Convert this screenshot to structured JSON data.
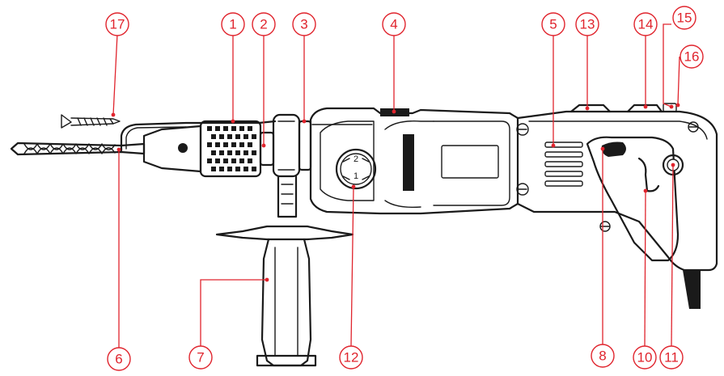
{
  "diagram": {
    "accent_color": "#e0242d",
    "line_color": "#1a1a1a",
    "callouts": [
      {
        "id": "c1",
        "label": "1"
      },
      {
        "id": "c2",
        "label": "2"
      },
      {
        "id": "c3",
        "label": "3"
      },
      {
        "id": "c4",
        "label": "4"
      },
      {
        "id": "c5",
        "label": "5"
      },
      {
        "id": "c6",
        "label": "6"
      },
      {
        "id": "c7",
        "label": "7"
      },
      {
        "id": "c8",
        "label": "8"
      },
      {
        "id": "c10",
        "label": "10"
      },
      {
        "id": "c11",
        "label": "11"
      },
      {
        "id": "c12",
        "label": "12"
      },
      {
        "id": "c13",
        "label": "13"
      },
      {
        "id": "c14",
        "label": "14"
      },
      {
        "id": "c15",
        "label": "15"
      },
      {
        "id": "c16",
        "label": "16"
      },
      {
        "id": "c17",
        "label": "17"
      }
    ],
    "selector_marks": {
      "upper": "2",
      "lower": "1"
    }
  }
}
